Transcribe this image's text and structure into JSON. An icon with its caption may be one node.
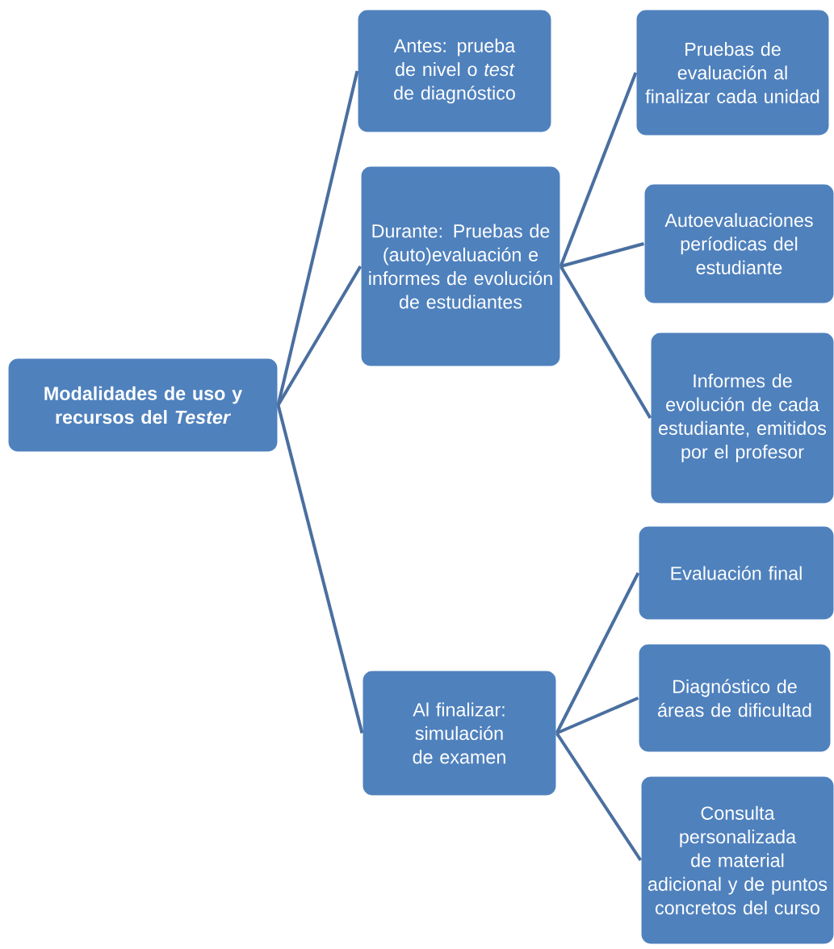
{
  "diagram": {
    "nodes": [
      {
        "text": [
          "Modalidades de uso y recursos del *Tester*"
        ]
      },
      {
        "text": [
          "Antes: prueba de nivel o *test* de diagnóstico"
        ]
      },
      {
        "text": [
          "Durante: Pruebas de (auto)evaluación e informes de evolución de estudiantes"
        ]
      },
      {
        "text": [
          "Al finalizar: simulación de examen"
        ]
      },
      {
        "text": [
          "Pruebas  de evaluación al finalizar cada unidad"
        ]
      },
      {
        "text": [
          "Autoevaluaciones períodicas del estudiante"
        ]
      },
      {
        "text": [
          "Informes de evolución de cada estudiante, emitidos por el profesor"
        ]
      },
      {
        "text": [
          "Evaluación final"
        ]
      },
      {
        "text": [
          "Diagnóstico de áreas de dificultad"
        ]
      },
      {
        "text": [
          "Consulta personalizada de material adicional y de puntos concretos del curso"
        ]
      }
    ],
    "edges": [
      {
        "from": 0,
        "to": 1,
        "arrow": "none"
      },
      {
        "from": 0,
        "to": 2,
        "arrow": "none"
      },
      {
        "from": 0,
        "to": 3,
        "arrow": "none"
      },
      {
        "from": 2,
        "to": 4,
        "arrow": "none"
      },
      {
        "from": 2,
        "to": 5,
        "arrow": "none"
      },
      {
        "from": 2,
        "to": 6,
        "arrow": "none"
      },
      {
        "from": 3,
        "to": 7,
        "arrow": "none"
      },
      {
        "from": 3,
        "to": 8,
        "arrow": "none"
      },
      {
        "from": 3,
        "to": 9,
        "arrow": "none"
      }
    ]
  }
}
